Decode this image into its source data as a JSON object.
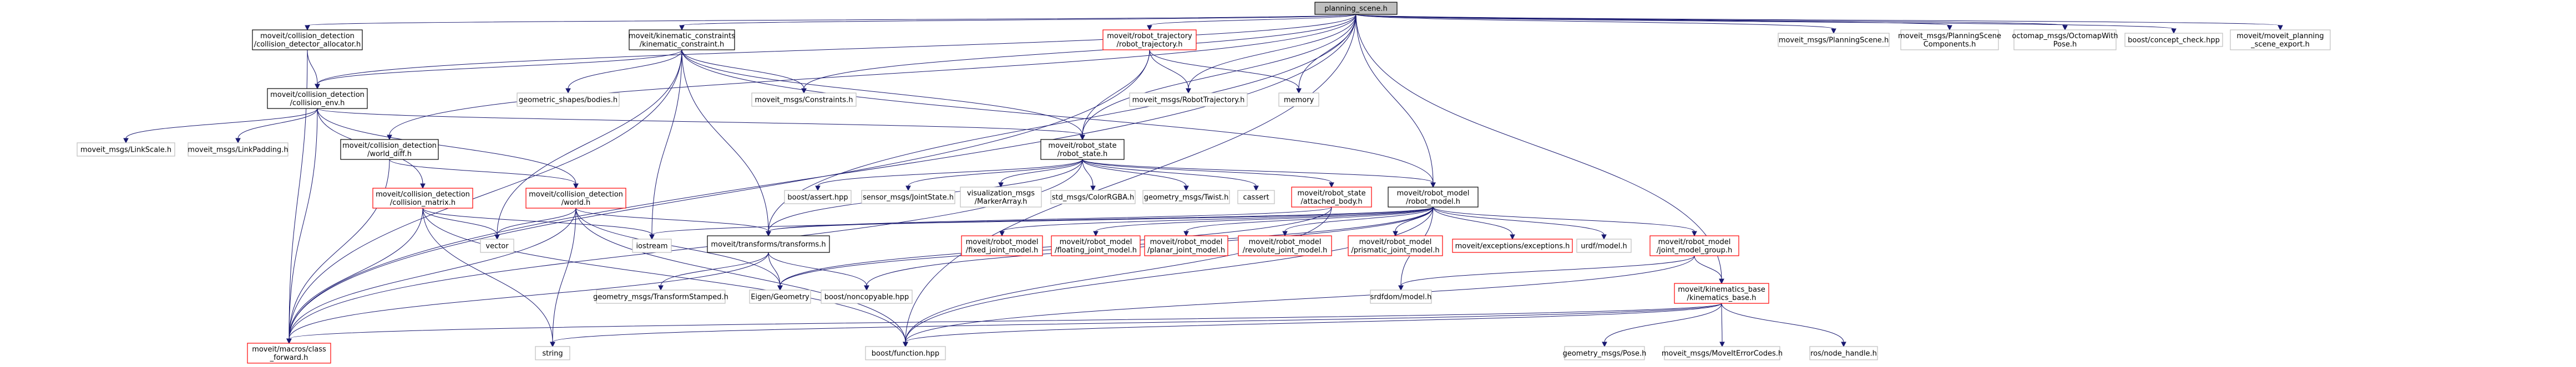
{
  "nodes": [
    {
      "id": "root",
      "lines": [
        "planning_scene.h"
      ]
    },
    {
      "id": "alloc",
      "lines": [
        "moveit/collision_detection",
        "/collision_detector_allocator.h"
      ]
    },
    {
      "id": "kc",
      "lines": [
        "moveit/kinematic_constraints",
        "/kinematic_constraint.h"
      ]
    },
    {
      "id": "rtraj",
      "lines": [
        "moveit/robot_trajectory",
        "/robot_trajectory.h"
      ]
    },
    {
      "id": "msgps",
      "lines": [
        "moveit_msgs/PlanningScene.h"
      ]
    },
    {
      "id": "msgpsc",
      "lines": [
        "moveit_msgs/PlanningScene",
        "Components.h"
      ]
    },
    {
      "id": "octo",
      "lines": [
        "octomap_msgs/OctomapWith",
        "Pose.h"
      ]
    },
    {
      "id": "bcc",
      "lines": [
        "boost/concept_check.hpp"
      ]
    },
    {
      "id": "mpexp",
      "lines": [
        "moveit/moveit_planning",
        "_scene_export.h"
      ]
    },
    {
      "id": "cenv",
      "lines": [
        "moveit/collision_detection",
        "/collision_env.h"
      ]
    },
    {
      "id": "geo",
      "lines": [
        "geometric_shapes/bodies.h"
      ]
    },
    {
      "id": "constr",
      "lines": [
        "moveit_msgs/Constraints.h"
      ]
    },
    {
      "id": "rtmsg",
      "lines": [
        "moveit_msgs/RobotTrajectory.h"
      ]
    },
    {
      "id": "memory",
      "lines": [
        "memory"
      ]
    },
    {
      "id": "lscale",
      "lines": [
        "moveit_msgs/LinkScale.h"
      ]
    },
    {
      "id": "lpad",
      "lines": [
        "moveit_msgs/LinkPadding.h"
      ]
    },
    {
      "id": "wdiff",
      "lines": [
        "moveit/collision_detection",
        "/world_diff.h"
      ]
    },
    {
      "id": "rstate",
      "lines": [
        "moveit/robot_state",
        "/robot_state.h"
      ]
    },
    {
      "id": "cmatrix",
      "lines": [
        "moveit/collision_detection",
        "/collision_matrix.h"
      ]
    },
    {
      "id": "world",
      "lines": [
        "moveit/collision_detection",
        "/world.h"
      ]
    },
    {
      "id": "bassert",
      "lines": [
        "boost/assert.hpp"
      ]
    },
    {
      "id": "joint",
      "lines": [
        "sensor_msgs/JointState.h"
      ]
    },
    {
      "id": "marker",
      "lines": [
        "visualization_msgs",
        "/MarkerArray.h"
      ]
    },
    {
      "id": "color",
      "lines": [
        "std_msgs/ColorRGBA.h"
      ]
    },
    {
      "id": "twist",
      "lines": [
        "geometry_msgs/Twist.h"
      ]
    },
    {
      "id": "cassert",
      "lines": [
        "cassert"
      ]
    },
    {
      "id": "attached",
      "lines": [
        "moveit/robot_state",
        "/attached_body.h"
      ]
    },
    {
      "id": "rmodel",
      "lines": [
        "moveit/robot_model",
        "/robot_model.h"
      ]
    },
    {
      "id": "vector",
      "lines": [
        "vector"
      ]
    },
    {
      "id": "iostream",
      "lines": [
        "iostream"
      ]
    },
    {
      "id": "transforms",
      "lines": [
        "moveit/transforms/transforms.h"
      ]
    },
    {
      "id": "fixed",
      "lines": [
        "moveit/robot_model",
        "/fixed_joint_model.h"
      ]
    },
    {
      "id": "floating",
      "lines": [
        "moveit/robot_model",
        "/floating_joint_model.h"
      ]
    },
    {
      "id": "planar",
      "lines": [
        "moveit/robot_model",
        "/planar_joint_model.h"
      ]
    },
    {
      "id": "revolute",
      "lines": [
        "moveit/robot_model",
        "/revolute_joint_model.h"
      ]
    },
    {
      "id": "prismatic",
      "lines": [
        "moveit/robot_model",
        "/prismatic_joint_model.h"
      ]
    },
    {
      "id": "exceptions",
      "lines": [
        "moveit/exceptions/exceptions.h"
      ]
    },
    {
      "id": "urdf",
      "lines": [
        "urdf/model.h"
      ]
    },
    {
      "id": "jmg",
      "lines": [
        "moveit/robot_model",
        "/joint_model_group.h"
      ]
    },
    {
      "id": "gtrans",
      "lines": [
        "geometry_msgs/TransformStamped.h"
      ]
    },
    {
      "id": "eigen",
      "lines": [
        "Eigen/Geometry"
      ]
    },
    {
      "id": "noncopy",
      "lines": [
        "boost/noncopyable.hpp"
      ]
    },
    {
      "id": "srdf",
      "lines": [
        "srdfdom/model.h"
      ]
    },
    {
      "id": "kbase",
      "lines": [
        "moveit/kinematics_base",
        "/kinematics_base.h"
      ]
    },
    {
      "id": "macros",
      "lines": [
        "moveit/macros/class",
        "_forward.h"
      ]
    },
    {
      "id": "string",
      "lines": [
        "string"
      ]
    },
    {
      "id": "bfunc",
      "lines": [
        "boost/function.hpp"
      ]
    },
    {
      "id": "pose",
      "lines": [
        "geometry_msgs/Pose.h"
      ]
    },
    {
      "id": "errcodes",
      "lines": [
        "moveit_msgs/MoveItErrorCodes.h"
      ]
    },
    {
      "id": "nodeh",
      "lines": [
        "ros/node_handle.h"
      ]
    }
  ],
  "edges": [
    [
      "root",
      "alloc"
    ],
    [
      "root",
      "kc"
    ],
    [
      "root",
      "rtraj"
    ],
    [
      "root",
      "msgps"
    ],
    [
      "root",
      "msgpsc"
    ],
    [
      "root",
      "octo"
    ],
    [
      "root",
      "bcc"
    ],
    [
      "root",
      "mpexp"
    ],
    [
      "root",
      "cenv"
    ],
    [
      "root",
      "wdiff"
    ],
    [
      "root",
      "rstate"
    ],
    [
      "root",
      "rmodel"
    ],
    [
      "root",
      "constr"
    ],
    [
      "root",
      "rtmsg"
    ],
    [
      "root",
      "memory"
    ],
    [
      "root",
      "transforms"
    ],
    [
      "root",
      "kbase"
    ],
    [
      "root",
      "macros"
    ],
    [
      "root",
      "bfunc"
    ],
    [
      "alloc",
      "cenv"
    ],
    [
      "alloc",
      "macros"
    ],
    [
      "kc",
      "cenv"
    ],
    [
      "kc",
      "geo"
    ],
    [
      "kc",
      "constr"
    ],
    [
      "kc",
      "rstate"
    ],
    [
      "kc",
      "rmodel"
    ],
    [
      "kc",
      "transforms"
    ],
    [
      "kc",
      "macros"
    ],
    [
      "kc",
      "vector"
    ],
    [
      "kc",
      "iostream"
    ],
    [
      "rtraj",
      "rstate"
    ],
    [
      "rtraj",
      "rtmsg"
    ],
    [
      "rtraj",
      "memory"
    ],
    [
      "rtraj",
      "macros"
    ],
    [
      "cenv",
      "lscale"
    ],
    [
      "cenv",
      "lpad"
    ],
    [
      "cenv",
      "rstate"
    ],
    [
      "cenv",
      "cmatrix"
    ],
    [
      "cenv",
      "world"
    ],
    [
      "cenv",
      "macros"
    ],
    [
      "wdiff",
      "world"
    ],
    [
      "wdiff",
      "macros"
    ],
    [
      "rstate",
      "bassert"
    ],
    [
      "rstate",
      "joint"
    ],
    [
      "rstate",
      "marker"
    ],
    [
      "rstate",
      "color"
    ],
    [
      "rstate",
      "twist"
    ],
    [
      "rstate",
      "cassert"
    ],
    [
      "rstate",
      "attached"
    ],
    [
      "rstate",
      "rmodel"
    ],
    [
      "rstate",
      "transforms"
    ],
    [
      "rstate",
      "macros"
    ],
    [
      "cmatrix",
      "vector"
    ],
    [
      "cmatrix",
      "iostream"
    ],
    [
      "cmatrix",
      "string"
    ],
    [
      "cmatrix",
      "macros"
    ],
    [
      "cmatrix",
      "bfunc"
    ],
    [
      "world",
      "vector"
    ],
    [
      "world",
      "transforms"
    ],
    [
      "world",
      "string"
    ],
    [
      "world",
      "macros"
    ],
    [
      "world",
      "eigen"
    ],
    [
      "world",
      "bfunc"
    ],
    [
      "attached",
      "transforms"
    ],
    [
      "attached",
      "eigen"
    ],
    [
      "attached",
      "bfunc"
    ],
    [
      "rmodel",
      "iostream"
    ],
    [
      "rmodel",
      "transforms"
    ],
    [
      "rmodel",
      "fixed"
    ],
    [
      "rmodel",
      "floating"
    ],
    [
      "rmodel",
      "planar"
    ],
    [
      "rmodel",
      "revolute"
    ],
    [
      "rmodel",
      "prismatic"
    ],
    [
      "rmodel",
      "exceptions"
    ],
    [
      "rmodel",
      "urdf"
    ],
    [
      "rmodel",
      "jmg"
    ],
    [
      "rmodel",
      "srdf"
    ],
    [
      "rmodel",
      "eigen"
    ],
    [
      "rmodel",
      "noncopy"
    ],
    [
      "rmodel",
      "bfunc"
    ],
    [
      "transforms",
      "gtrans"
    ],
    [
      "transforms",
      "eigen"
    ],
    [
      "transforms",
      "noncopy"
    ],
    [
      "transforms",
      "macros"
    ],
    [
      "jmg",
      "kbase"
    ],
    [
      "jmg",
      "srdf"
    ],
    [
      "jmg",
      "bfunc"
    ],
    [
      "kbase",
      "macros"
    ],
    [
      "kbase",
      "string"
    ],
    [
      "kbase",
      "bfunc"
    ],
    [
      "kbase",
      "pose"
    ],
    [
      "kbase",
      "errcodes"
    ],
    [
      "kbase",
      "nodeh"
    ]
  ]
}
